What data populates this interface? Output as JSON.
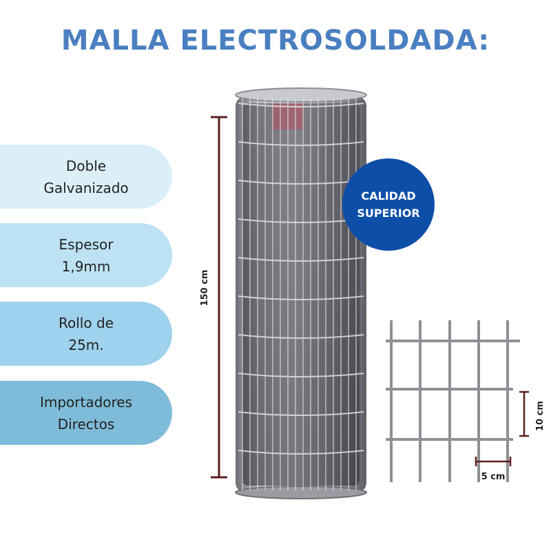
{
  "title": "MALLA ELECTROSOLDADA:",
  "features": [
    {
      "line1": "Doble",
      "line2": "Galvanizado",
      "color": "#dbeff9"
    },
    {
      "line1": "Espesor",
      "line2": "1,9mm",
      "color": "#bde2f3"
    },
    {
      "line1": "Rollo de",
      "line2": "25m.",
      "color": "#9fd2ec"
    },
    {
      "line1": "Importadores",
      "line2": "Directos",
      "color": "#7fbcd9"
    }
  ],
  "badge": {
    "line1": "CALIDAD",
    "line2": "SUPERIOR",
    "color": "#0d4fa8"
  },
  "dimensions": {
    "height": "150 cm",
    "mesh_vertical": "10 cm",
    "mesh_horizontal": "5 cm"
  },
  "colors": {
    "title": "#4a7fc1",
    "dimension_line": "#5a1e1e"
  }
}
